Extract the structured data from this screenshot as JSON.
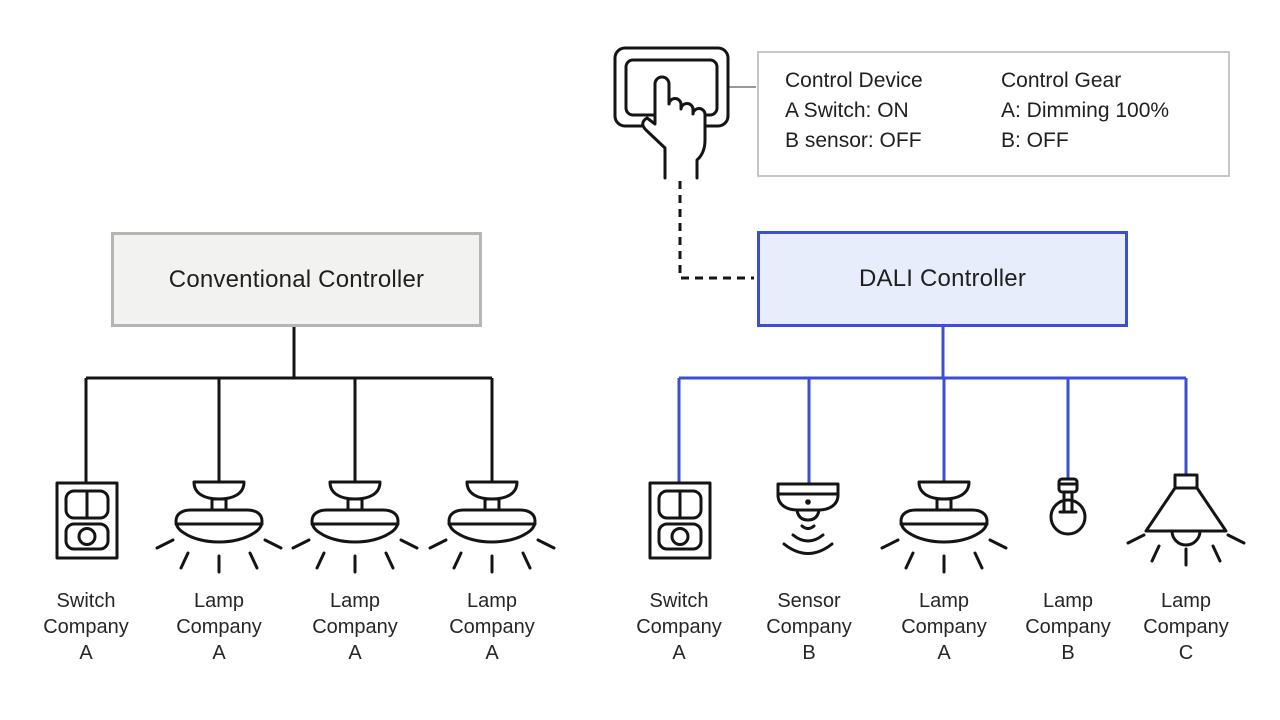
{
  "colors": {
    "blue": "#3a4fd2",
    "blue_fill": "#e8edfb",
    "gray_border": "#b5b5b3",
    "gray_fill": "#f2f2f0",
    "info_border": "#c6c6c6",
    "line": "#141414"
  },
  "left_system": {
    "controller_label": "Conventional Controller",
    "devices": [
      {
        "type": "switch",
        "label": "Switch\nCompany\nA"
      },
      {
        "type": "ceiling-lamp",
        "label": "Lamp\nCompany\nA"
      },
      {
        "type": "ceiling-lamp",
        "label": "Lamp\nCompany\nA"
      },
      {
        "type": "ceiling-lamp",
        "label": "Lamp\nCompany\nA"
      }
    ]
  },
  "right_system": {
    "controller_label": "DALI Controller",
    "devices": [
      {
        "type": "switch",
        "label": "Switch\nCompany\nA"
      },
      {
        "type": "motion-sensor",
        "label": "Sensor\nCompany\nB"
      },
      {
        "type": "ceiling-lamp",
        "label": "Lamp\nCompany\nA"
      },
      {
        "type": "bulb",
        "label": "Lamp\nCompany\nB"
      },
      {
        "type": "pendant-lamp",
        "label": "Lamp\nCompany\nC"
      }
    ]
  },
  "status_panel": {
    "columns": [
      {
        "title": "Control Device",
        "rows": [
          "A Switch: ON",
          "B sensor: OFF"
        ]
      },
      {
        "title": "Control Gear",
        "rows": [
          "A: Dimming 100%",
          "B: OFF"
        ]
      }
    ]
  }
}
